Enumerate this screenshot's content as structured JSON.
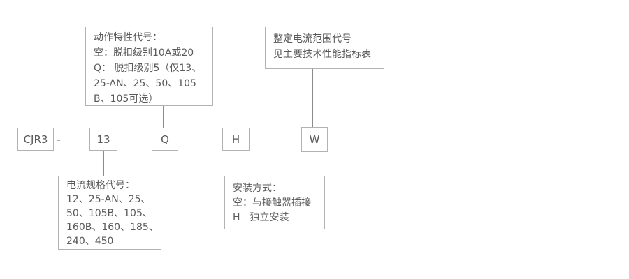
{
  "colors": {
    "background": "#ffffff",
    "box_border": "#b2b2b2",
    "connector": "#8c8c8c",
    "text": "#595959"
  },
  "model_code": {
    "prefix": "CJR3",
    "separator": "-",
    "current_spec_code": "13",
    "action_characteristic_code": "Q",
    "mounting_code": "H",
    "setting_range_code": "W"
  },
  "callouts": {
    "action_characteristic": {
      "lines": [
        "动作特性代号：",
        "空：脱扣级别10A或20",
        "Q： 脱扣级别5（仅13、",
        "25-AN、25、50、105",
        "B、105可选）"
      ]
    },
    "setting_current_range": {
      "lines": [
        "整定电流范围代号",
        "见主要技术性能指标表"
      ]
    },
    "current_spec": {
      "lines": [
        "电流规格代号：",
        "12、25-AN、25、",
        "50、105B、105、",
        "160B、160、185、",
        "240、450"
      ]
    },
    "mounting_type": {
      "lines": [
        "安装方式：",
        "空：与接触器插接",
        "H　独立安装"
      ]
    }
  }
}
